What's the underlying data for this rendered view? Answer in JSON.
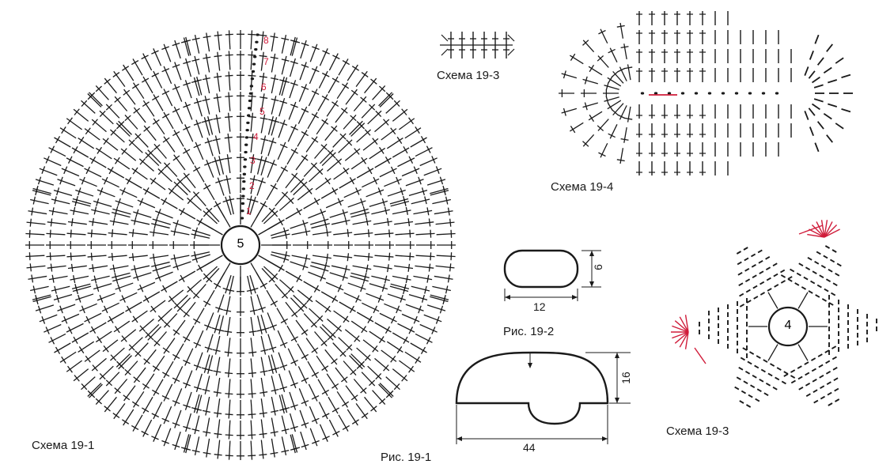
{
  "labels": {
    "scheme_19_1": "Схема 19-1",
    "scheme_19_3_top": "Схема 19-3",
    "scheme_19_4": "Схема 19-4",
    "scheme_19_3_bottom": "Схема 19-3",
    "fig_19_2": "Рис. 19-2",
    "fig_19_1": "Рис. 19-1"
  },
  "centers": {
    "big_round": "5",
    "star": "4"
  },
  "row_numbers": [
    "1",
    "2",
    "3",
    "4",
    "5",
    "6",
    "7",
    "8"
  ],
  "dimensions": {
    "fig2_width": "12",
    "fig2_height": "6",
    "fig1_width": "44",
    "fig1_height": "16"
  },
  "colors": {
    "ink": "#1a1a1a",
    "accent_red": "#d01c3a"
  }
}
